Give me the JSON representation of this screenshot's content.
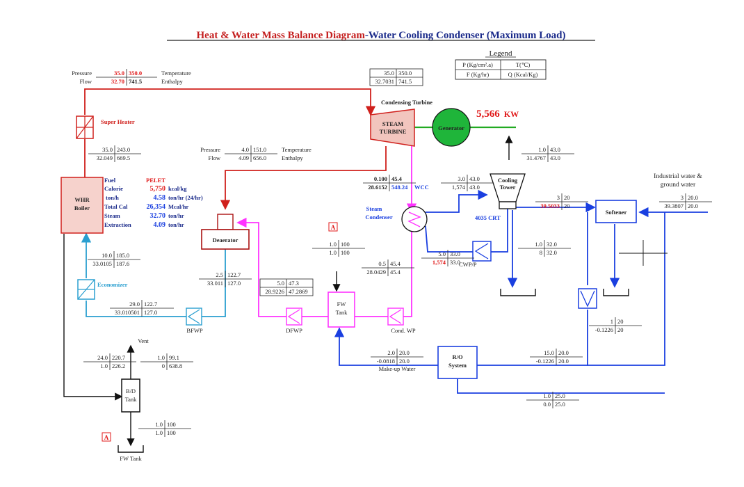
{
  "title": {
    "part1": "Heat & Water Mass Balance Diagram",
    "part2": "-Water Cooling Condenser (Maximum Load)"
  },
  "legend": {
    "title": "Legend",
    "p_label": "P (Kg/cm².a)",
    "t_label": "T(℃)",
    "f_label": "F (Kg/hr)",
    "q_label": "Q (Kcal/Kg)"
  },
  "top_left": {
    "pressure_label": "Pressure",
    "flow_label": "Flow",
    "temperature_label": "Temperature",
    "enthalpy_label": "Enthalpy",
    "p": "35.0",
    "t": "350.0",
    "f": "32.70",
    "q": "741.5"
  },
  "turbine_inlet": {
    "p": "35.0",
    "t": "350.0",
    "f": "32.7031",
    "q": "741.5"
  },
  "superheater_label": "Super Heater",
  "boiler_out": {
    "p": "35.0",
    "t": "243.0",
    "f": "32.049",
    "q": "669.5"
  },
  "boiler": {
    "line1": "WHR",
    "line2": "Boiler"
  },
  "boiler_info": {
    "fuel_label": "Fuel",
    "fuel_value": "PELET",
    "calorie_label": "Calorie",
    "calorie_value": "5,750",
    "calorie_unit": "kcal/kg",
    "tonh_label": "ton/h",
    "tonh_value": "4.58",
    "tonh_unit": "ton/hr (24/hr)",
    "totalcal_label": "Total Cal",
    "totalcal_value": "26,354",
    "totalcal_unit": "Mcal/hr",
    "steam_label": "Steam",
    "steam_value": "32.70",
    "steam_unit": "ton/hr",
    "extraction_label": "Extraction",
    "extraction_value": "4.09",
    "extraction_unit": "ton/hr"
  },
  "extraction_stream": {
    "pressure_label": "Pressure",
    "flow_label": "Flow",
    "temperature_label": "Temperature",
    "enthalpy_label": "Enthalpy",
    "p": "4.0",
    "t": "151.0",
    "f": "4.09",
    "q": "656.0"
  },
  "turbine": {
    "title": "Condensing Turbine",
    "line1": "STEAM",
    "line2": "TURBINE",
    "generator": "Generator",
    "power_value": "5,566",
    "power_unit": "KW"
  },
  "cooling_tower_top": {
    "p": "1.0",
    "t": "43.0",
    "f": "31.4767",
    "q": "43.0"
  },
  "exhaust": {
    "p": "0.100",
    "t": "45.4",
    "f": "28.6152",
    "q": "548.24",
    "tag": "WCC"
  },
  "cw_to_tower": {
    "p": "3.0",
    "t": "43.0",
    "f": "1,574",
    "q": "43.0"
  },
  "cooling_tower": {
    "line1": "Cooling",
    "line2": "Tower"
  },
  "tower_to_softener": {
    "p": "3",
    "t": "20",
    "f": "39.5033",
    "q": "20"
  },
  "softener": "Softener",
  "industrial": {
    "line1": "Industrial water &",
    "line2": "ground water",
    "p": "3",
    "t": "20.0",
    "f": "39.3807",
    "q": "20.0"
  },
  "condenser": {
    "line1": "Steam",
    "line2": "Condenser",
    "crt": "4035 CRT"
  },
  "marker_a": "A",
  "deaerator": "Deaerator",
  "fw_in": {
    "p": "1.0",
    "t": "100",
    "f": "1.0",
    "q": "100"
  },
  "cwp": {
    "p": "5.0",
    "t": "33.0",
    "f": "1,574",
    "q": "33.0",
    "label": "CWP/P"
  },
  "cw_return": {
    "p": "1.0",
    "t": "32.0",
    "f": "8",
    "q": "32.0"
  },
  "eco_in": {
    "p": "10.0",
    "t": "185.0",
    "f": "33.0105",
    "q": "187.6"
  },
  "economizer": "Economizer",
  "dea_out": {
    "p": "2.5",
    "t": "122.7",
    "f": "33.011",
    "q": "127.0"
  },
  "dfwp_in": {
    "p": "5.0",
    "t": "47.3",
    "f": "28.9226",
    "q": "47.2869"
  },
  "cond_out": {
    "p": "0.5",
    "t": "45.4",
    "f": "28.0429",
    "q": "45.4"
  },
  "fw_tank": {
    "line1": "FW",
    "line2": "Tank"
  },
  "bfwp_out": {
    "p": "29.0",
    "t": "122.7",
    "f": "33.010501",
    "q": "127.0"
  },
  "pumps": {
    "bfwp": "BFWP",
    "dfwp": "DFWP",
    "condwp": "Cond. WP"
  },
  "softener_drain": {
    "p": "1",
    "t": "20",
    "f": "-0.1226",
    "q": "20"
  },
  "vent": "Vent",
  "blowdown": {
    "p": "24.0",
    "t": "220.7",
    "f": "1.0",
    "q": "226.2"
  },
  "vent_stream": {
    "p": "1.0",
    "t": "99.1",
    "f": "0",
    "q": "638.8"
  },
  "bd_tank": {
    "line1": "B/D",
    "line2": "Tank"
  },
  "makeup": {
    "p": "2.0",
    "t": "20.0",
    "f": "-0.0818",
    "q": "20.0",
    "label": "Make-up Water"
  },
  "ro": {
    "line1": "R/O",
    "line2": "System"
  },
  "ro_in": {
    "p": "15.0",
    "t": "20.0",
    "f": "-0.1226",
    "q": "20.0"
  },
  "ro_reject": {
    "p": "1.0",
    "t": "25.0",
    "f": "0.0",
    "q": "25.0"
  },
  "bd_out": {
    "p": "1.0",
    "t": "100",
    "f": "1.0",
    "q": "100"
  },
  "fw_tank_bottom": "FW Tank",
  "colors": {
    "steam": "#d0201c",
    "water": "#1a3fe0",
    "condensate": "#ff33ff",
    "feed": "#2a9fd0",
    "green": "#22aa22"
  }
}
